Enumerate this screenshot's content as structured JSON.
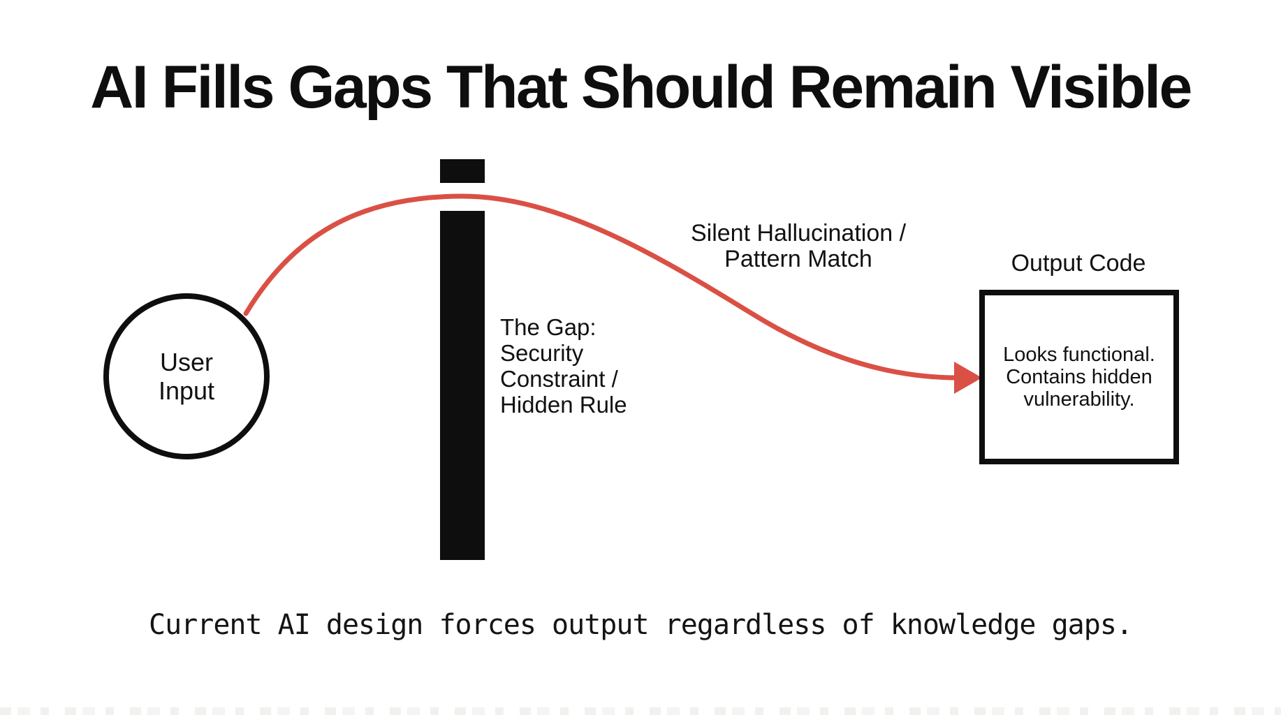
{
  "title": "AI Fills Gaps That Should Remain Visible",
  "nodes": {
    "user_input": {
      "label": "User\nInput"
    },
    "gap": {
      "label": "The Gap:\nSecurity\nConstraint /\nHidden Rule"
    },
    "arrow": {
      "label": "Silent Hallucination /\nPattern Match"
    },
    "output": {
      "title": "Output Code",
      "body": "Looks functional.\nContains hidden\nvulnerability."
    }
  },
  "caption": "Current AI design forces output regardless of knowledge gaps.",
  "colors": {
    "ink": "#0e0e0e",
    "arrow_red": "#da5045",
    "background": "#ffffff"
  }
}
